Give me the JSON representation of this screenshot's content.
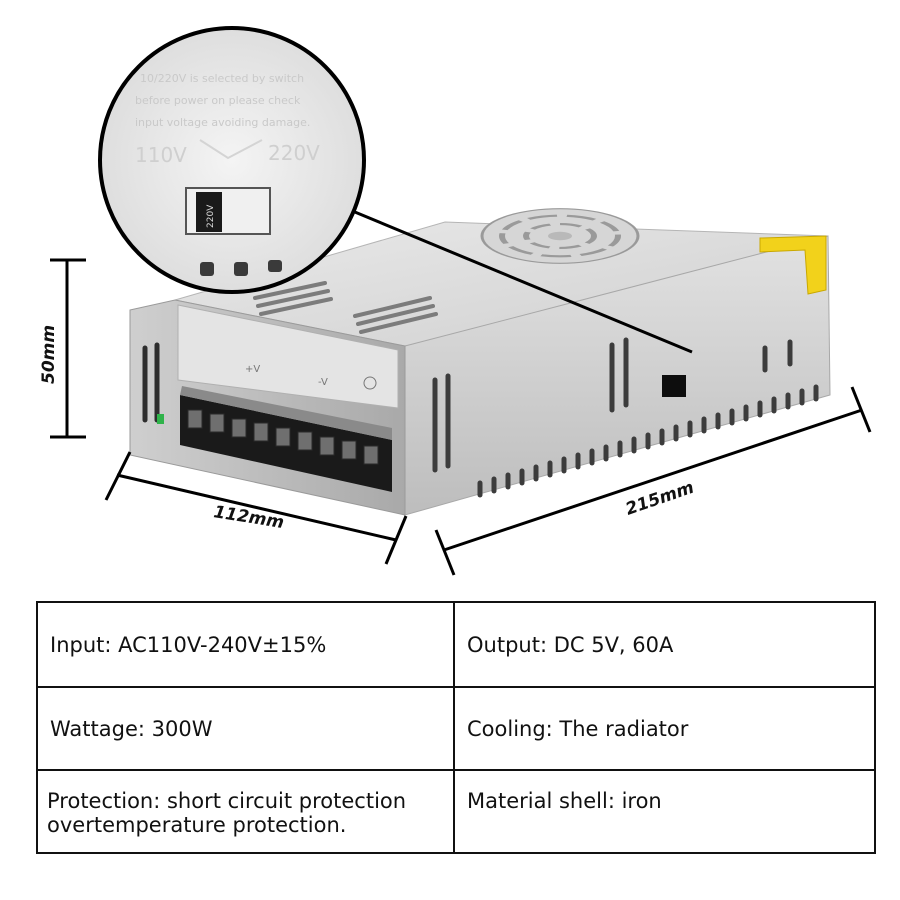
{
  "dimensions": {
    "height": "50mm",
    "width": "112mm",
    "length": "215mm"
  },
  "callout": {
    "notice_line1": "10/220V is selected by switch",
    "notice_line2": "before power on please check",
    "notice_line3": "input voltage avoiding damage.",
    "left_voltage": "110V",
    "right_voltage": "220V",
    "switch_label": "220V"
  },
  "terminals": {
    "plus_v": "+V",
    "minus_v": "-V"
  },
  "specs": {
    "input": "Input: AC110V-240V±15%",
    "output": "Output: DC 5V, 60A",
    "wattage": "Wattage: 300W",
    "cooling": "Cooling: The radiator",
    "protection_line1": "Protection: short circuit protection",
    "protection_line2": "overtemperature protection.",
    "material": "Material shell: iron"
  },
  "colors": {
    "shell": "#d9d9d9",
    "terminal_block": "#1a1a1a",
    "warning_label": "#f2d21b"
  }
}
